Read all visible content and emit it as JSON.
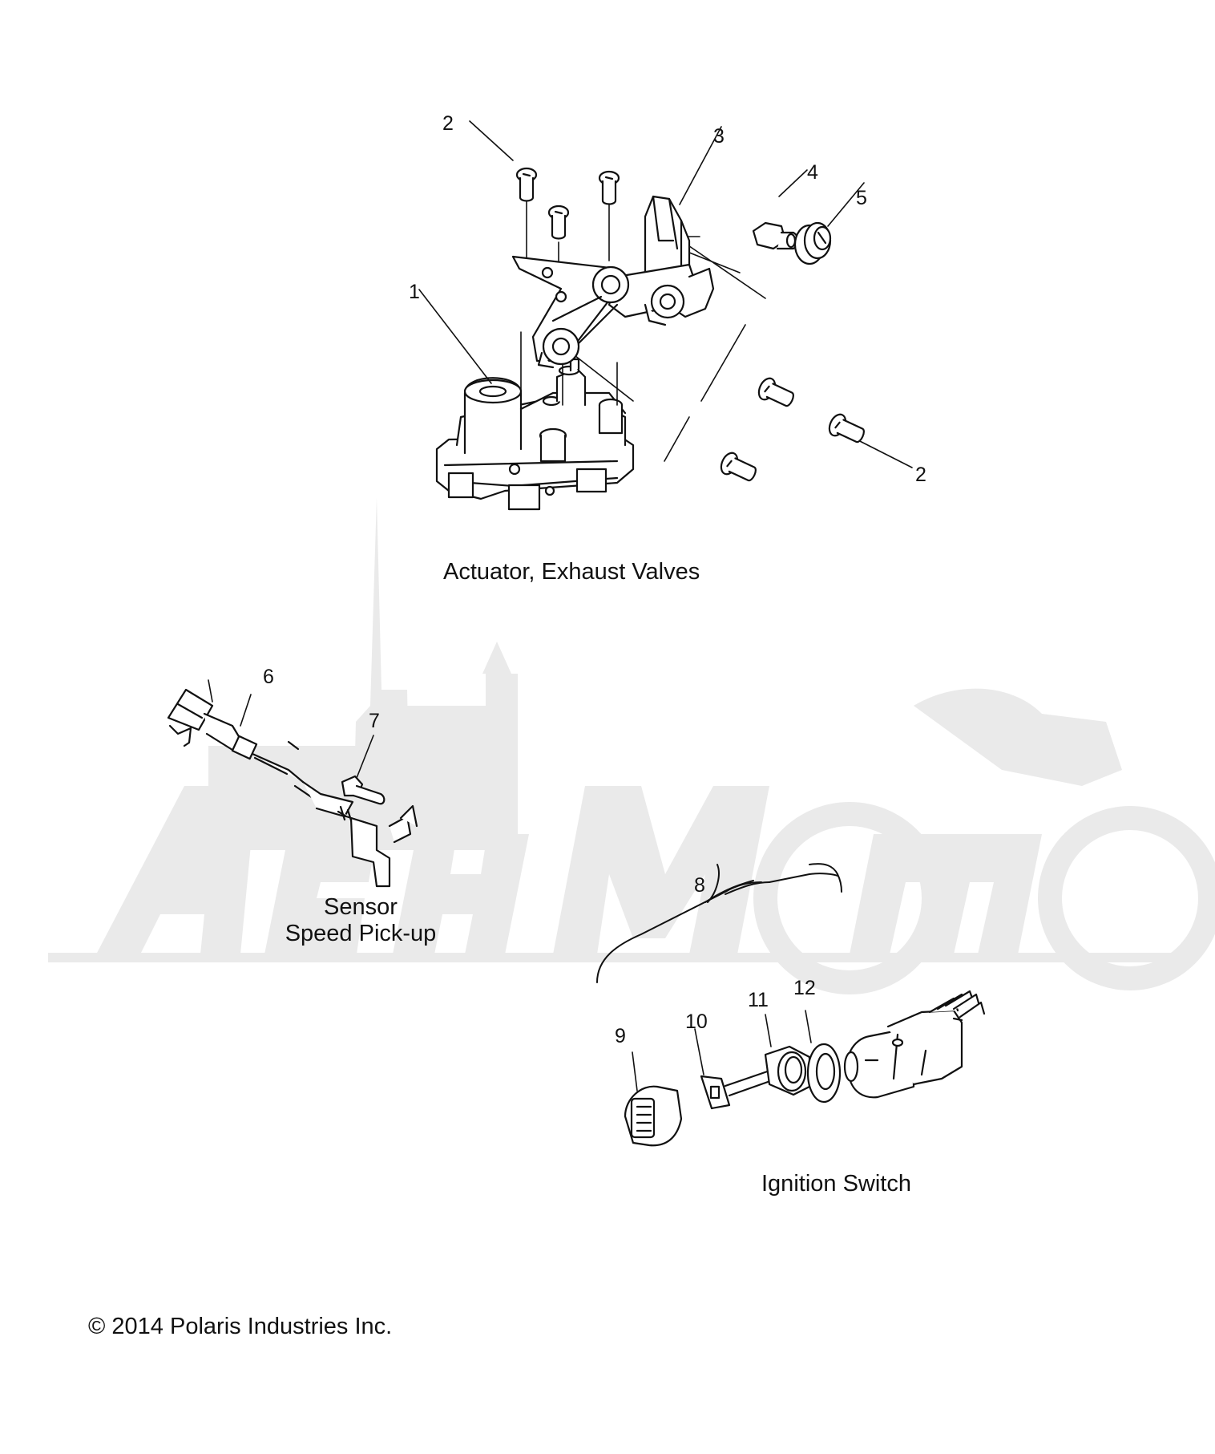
{
  "diagram": {
    "callouts": [
      "1",
      "2",
      "2",
      "3",
      "4",
      "5",
      "6",
      "7",
      "8",
      "9",
      "10",
      "11",
      "12"
    ],
    "captions": {
      "actuator": "Actuator, Exhaust Valves",
      "sensor_line1": "Sensor",
      "sensor_line2": "Speed Pick-up",
      "ignition": "Ignition Switch"
    },
    "copyright": "© 2014 Polaris Industries Inc.",
    "watermark_text": "AeHMoto",
    "colors": {
      "line": "#111111",
      "watermark": "#e6e6e6",
      "part_fill": "#ffffff"
    }
  }
}
